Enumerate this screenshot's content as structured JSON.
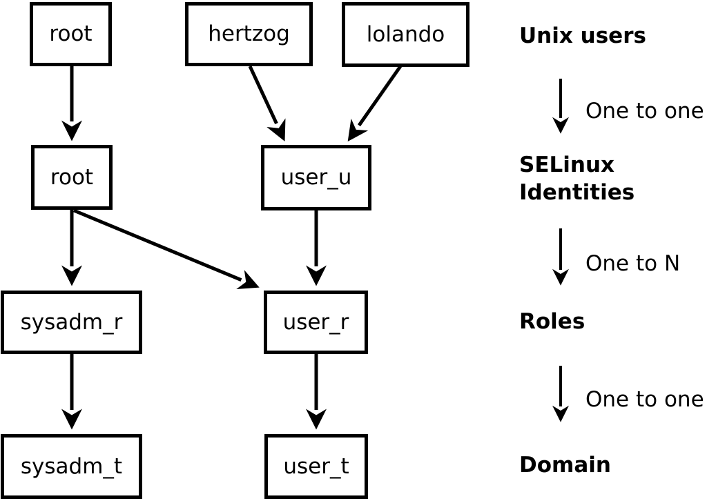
{
  "diagram": {
    "nodes": [
      {
        "id": "unix-root",
        "label": "root",
        "layer": "Unix users"
      },
      {
        "id": "unix-hertzog",
        "label": "hertzog",
        "layer": "Unix users"
      },
      {
        "id": "unix-lolando",
        "label": "lolando",
        "layer": "Unix users"
      },
      {
        "id": "identity-root",
        "label": "root",
        "layer": "SELinux Identities"
      },
      {
        "id": "identity-user_u",
        "label": "user_u",
        "layer": "SELinux Identities"
      },
      {
        "id": "role-sysadm_r",
        "label": "sysadm_r",
        "layer": "Roles"
      },
      {
        "id": "role-user_r",
        "label": "user_r",
        "layer": "Roles"
      },
      {
        "id": "domain-sysadm_t",
        "label": "sysadm_t",
        "layer": "Domain"
      },
      {
        "id": "domain-user_t",
        "label": "user_t",
        "layer": "Domain"
      }
    ],
    "edges": [
      {
        "from": "unix-root",
        "to": "identity-root"
      },
      {
        "from": "unix-hertzog",
        "to": "identity-user_u"
      },
      {
        "from": "unix-lolando",
        "to": "identity-user_u"
      },
      {
        "from": "identity-root",
        "to": "role-sysadm_r"
      },
      {
        "from": "identity-root",
        "to": "role-user_r"
      },
      {
        "from": "identity-user_u",
        "to": "role-user_r"
      },
      {
        "from": "role-sysadm_r",
        "to": "domain-sysadm_t"
      },
      {
        "from": "role-user_r",
        "to": "domain-user_t"
      }
    ]
  },
  "legend": {
    "level_unix": "Unix users",
    "mapping_1": "One to one",
    "level_identity_line1": "SELinux",
    "level_identity_line2": "Identities",
    "mapping_2": "One to N",
    "level_roles": "Roles",
    "mapping_3": "One to one",
    "level_domain": "Domain"
  },
  "colors": {
    "foreground": "#000000",
    "background": "#ffffff"
  }
}
